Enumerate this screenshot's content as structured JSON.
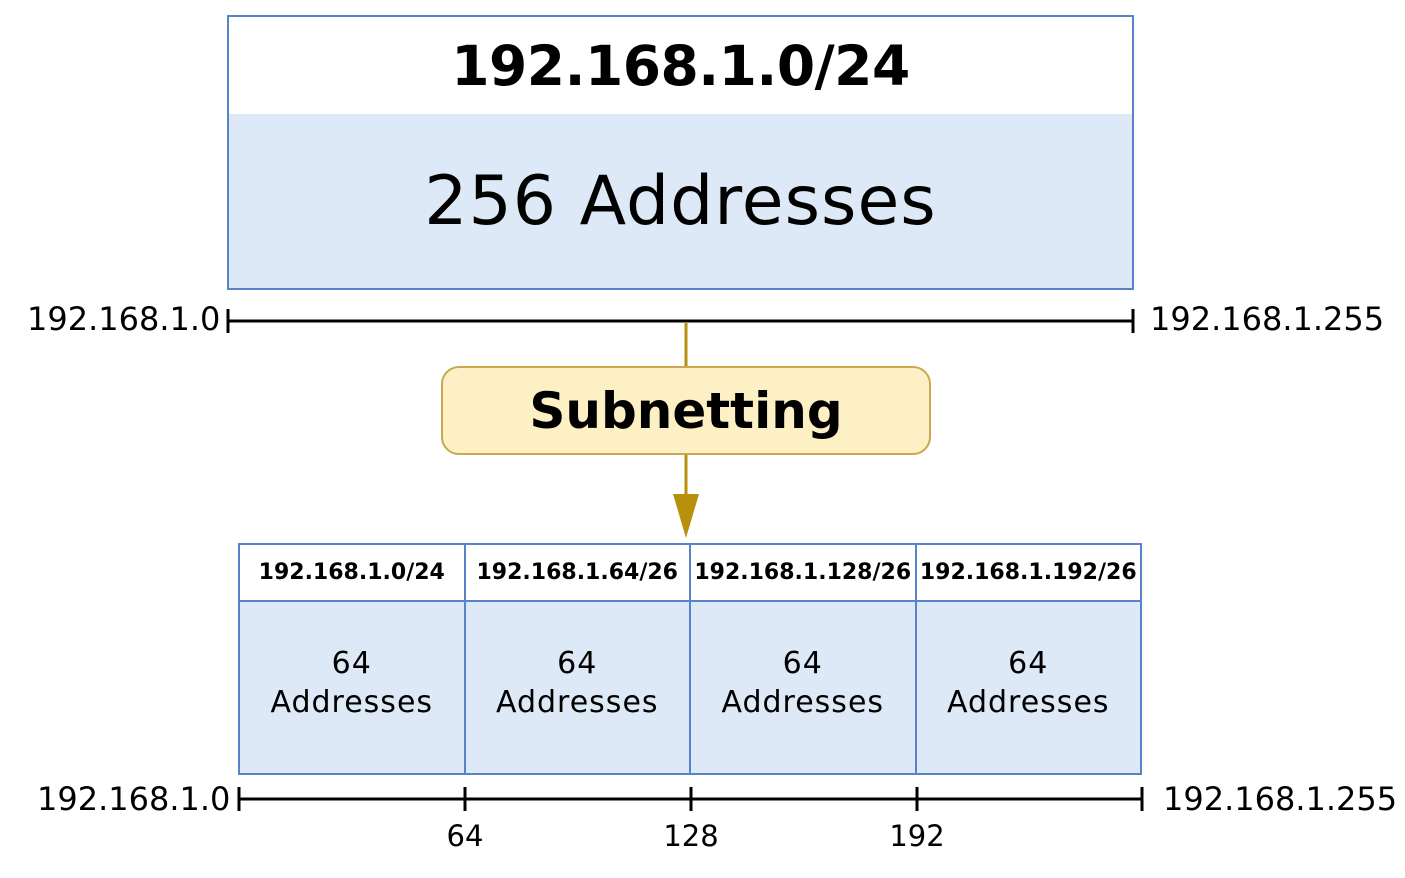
{
  "network": {
    "cidr": "192.168.1.0/24",
    "size_label": "256 Addresses",
    "range_start": "192.168.1.0",
    "range_end": "192.168.1.255"
  },
  "process": {
    "label": "Subnetting"
  },
  "subnets": [
    {
      "cidr": "192.168.1.0/24",
      "count": "64",
      "unit": "Addresses"
    },
    {
      "cidr": "192.168.1.64/26",
      "count": "64",
      "unit": "Addresses"
    },
    {
      "cidr": "192.168.1.128/26",
      "count": "64",
      "unit": "Addresses"
    },
    {
      "cidr": "192.168.1.192/26",
      "count": "64",
      "unit": "Addresses"
    }
  ],
  "bottom_range": {
    "start": "192.168.1.0",
    "end": "192.168.1.255",
    "ticks": [
      "64",
      "128",
      "192"
    ]
  },
  "colors": {
    "block_border": "#5a82c8",
    "block_fill": "#dde9f6",
    "pill_fill": "#fdf0c4",
    "pill_border": "#c9a84e",
    "arrow": "#b8900c",
    "line": "#000000"
  }
}
